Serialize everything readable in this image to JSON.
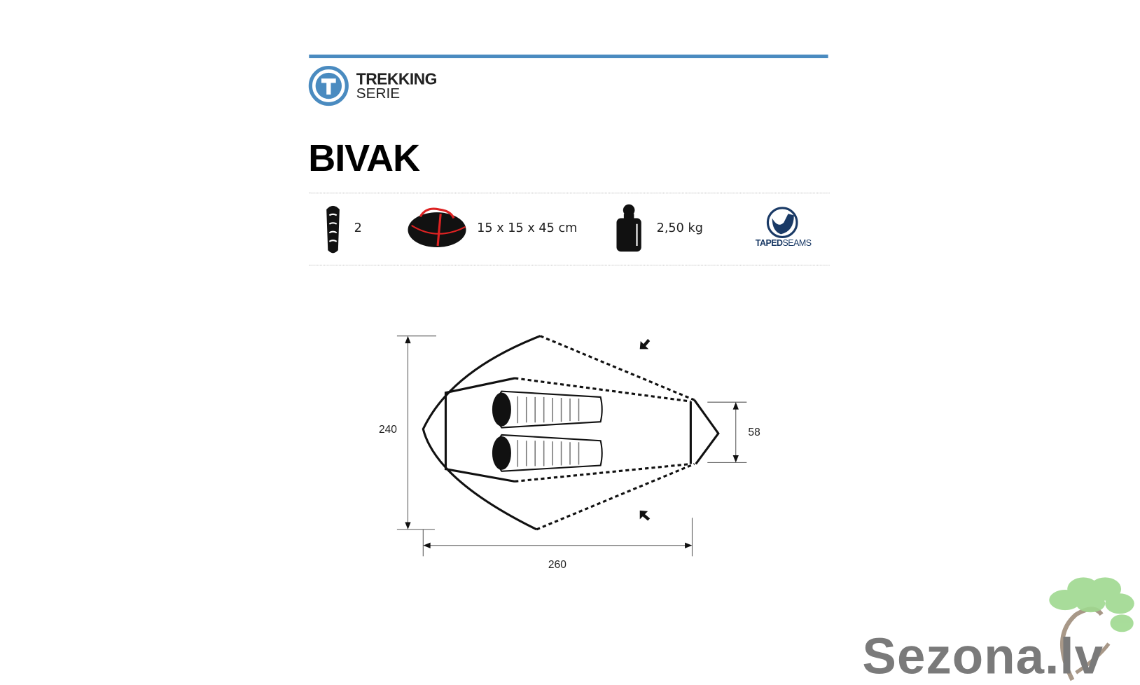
{
  "brand": {
    "line1": "TREKKING",
    "line2": "SERIE",
    "logo_letter": "T",
    "color": "#4a8bc0"
  },
  "product": {
    "title": "BIVAK"
  },
  "specs": {
    "persons": "2",
    "packed_size": "15 x 15 x 45 cm",
    "weight": "2,50 kg",
    "feature_bold": "TAPED",
    "feature_rest": "SEAMS"
  },
  "diagram": {
    "width_label": "240",
    "length_label": "260",
    "vestibule_label": "58"
  },
  "watermark": {
    "text": "Sezona.lv"
  }
}
